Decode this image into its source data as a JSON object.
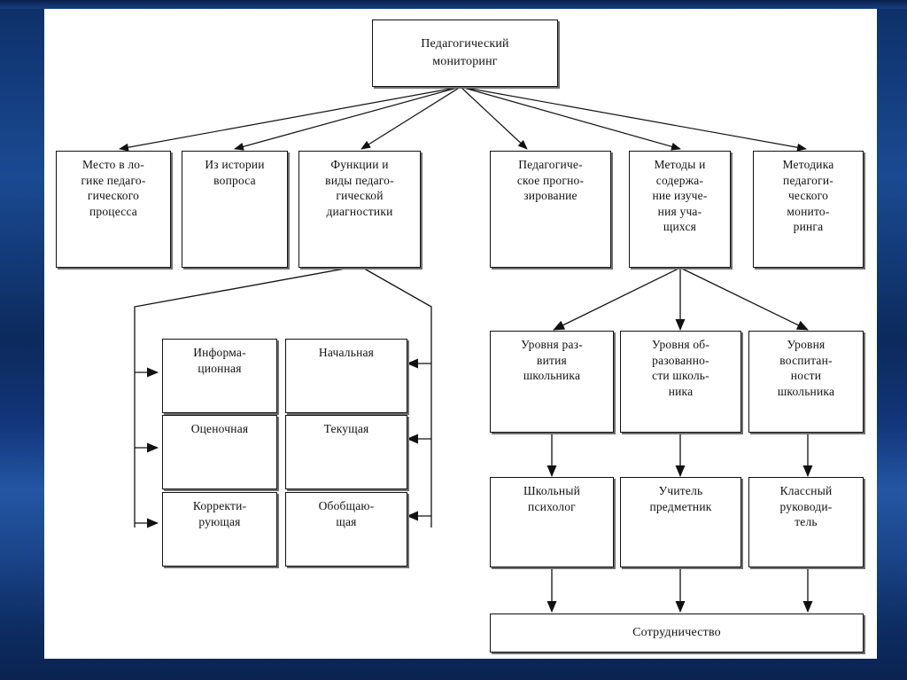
{
  "slide": {
    "background_color": "#12387a",
    "panel_color": "#ffffff",
    "line_color": "#111111"
  },
  "diagram": {
    "type": "hierarchy-flowchart",
    "root": {
      "id": "root",
      "label": "Педагогический\nмониторинг"
    },
    "level2": [
      {
        "id": "n1",
        "label": "Место в ло-\nгике педаго-\nгического\nпроцесса"
      },
      {
        "id": "n2",
        "label": "Из истории\nвопроса"
      },
      {
        "id": "n3",
        "label": "Функции и\nвиды педаго-\nгической\nдиагностики"
      },
      {
        "id": "n4",
        "label": "Педагогиче-\nское прогно-\nзирование"
      },
      {
        "id": "n5",
        "label": "Методы и\nсодержа-\nние изуче-\nния уча-\nщихся"
      },
      {
        "id": "n6",
        "label": "Методика\nпедагоги-\nческого\nмонито-\nринга"
      }
    ],
    "functions_left": [
      {
        "id": "f1",
        "label": "Информа-\nционная"
      },
      {
        "id": "f2",
        "label": "Оценочная"
      },
      {
        "id": "f3",
        "label": "Корректи-\nрующая"
      }
    ],
    "functions_right": [
      {
        "id": "k1",
        "label": "Начальная"
      },
      {
        "id": "k2",
        "label": "Текущая"
      },
      {
        "id": "k3",
        "label": "Обобщаю-\nщая"
      }
    ],
    "levels": [
      {
        "id": "u1",
        "label": "Уровня раз-\nвития\nшкольника"
      },
      {
        "id": "u2",
        "label": "Уровня об-\nразованно-\nсти школь-\nника"
      },
      {
        "id": "u3",
        "label": "Уровня\nвоспитан-\nности\nшкольника"
      }
    ],
    "roles": [
      {
        "id": "r1",
        "label": "Школьный\nпсихолог"
      },
      {
        "id": "r2",
        "label": "Учитель\nпредметник"
      },
      {
        "id": "r3",
        "label": "Классный\nруководи-\nтель"
      }
    ],
    "footer": {
      "id": "coop",
      "label": "Сотрудничество"
    }
  }
}
